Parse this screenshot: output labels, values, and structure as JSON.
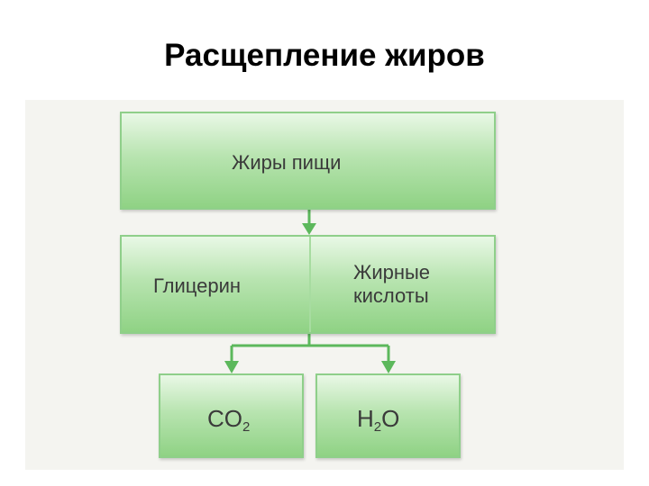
{
  "title": "Расщепление жиров",
  "nodes": {
    "food_fats": "Жиры пищи",
    "glycerin": "Глицерин",
    "fatty_acids_line1": "Жирные",
    "fatty_acids_line2": "кислоты",
    "co2_main": "CO",
    "co2_sub": "2",
    "h2o_main": "H",
    "h2o_sub": "2",
    "h2o_tail": "O"
  },
  "colors": {
    "box_border": "#8fcf8a",
    "box_top": "#e9f8e6",
    "box_bottom": "#8fd284",
    "arrow": "#5cb85c",
    "panel": "#f4f4f0"
  }
}
